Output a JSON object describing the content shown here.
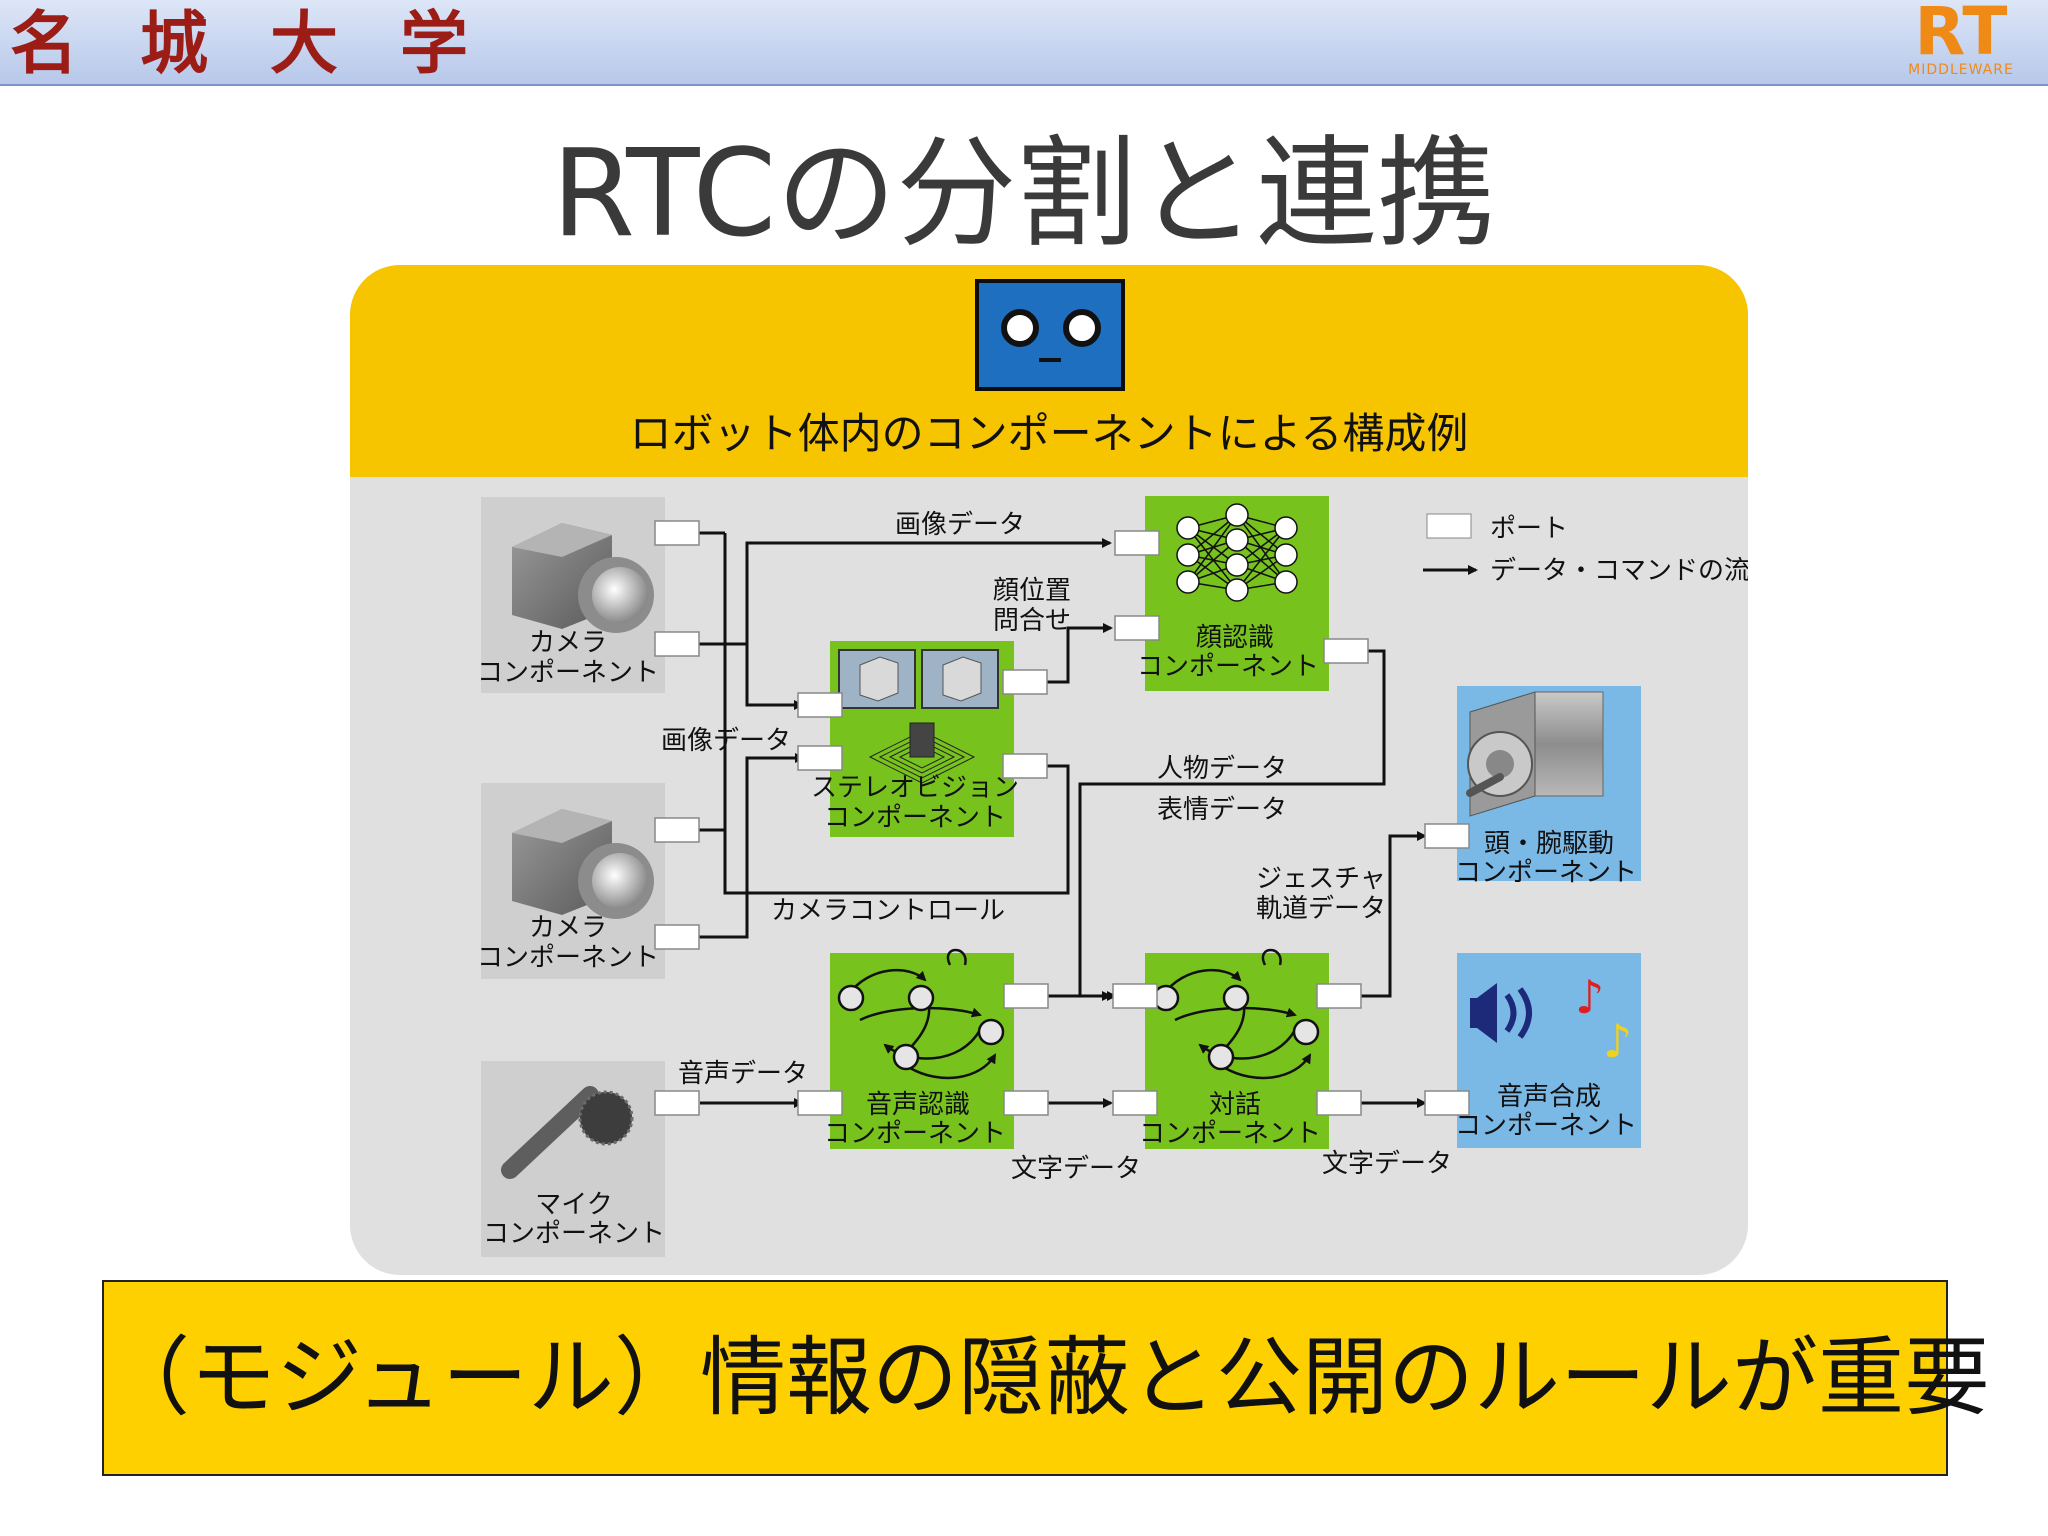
{
  "header": {
    "university": "名城大学",
    "logo_text": "RT",
    "logo_sub": "MIDDLEWARE"
  },
  "title": "RTCの分割と連携",
  "panel": {
    "caption": "ロボット体内のコンポーネントによる構成例",
    "legend": {
      "port": "ポート",
      "flow": "データ・コマンドの流れ"
    },
    "components": {
      "camera1": [
        "カメラ",
        "コンポーネント"
      ],
      "camera2": [
        "カメラ",
        "コンポーネント"
      ],
      "mic": [
        "マイク",
        "コンポーネント"
      ],
      "face": [
        "顔認識",
        "コンポーネント"
      ],
      "stereo": [
        "ステレオビジョン",
        "コンポーネント"
      ],
      "speech_rec": [
        "音声認識",
        "コンポーネント"
      ],
      "dialog": [
        "対話",
        "コンポーネント"
      ],
      "head_arm": [
        "頭・腕駆動",
        "コンポーネント"
      ],
      "speech_syn": [
        "音声合成",
        "コンポーネント"
      ]
    },
    "labels": {
      "image_data_top": "画像データ",
      "face_pos": [
        "顔位置",
        "問合せ"
      ],
      "image_data_mid": "画像データ",
      "person_data": "人物データ",
      "expression_data": "表情データ",
      "camera_control": "カメラコントロール",
      "gesture": [
        "ジェスチャ",
        "軌道データ"
      ],
      "audio_data": "音声データ",
      "text_data_1": "文字データ",
      "text_data_2": "文字データ"
    }
  },
  "bottom_message": "（モジュール）情報の隠蔽と公開のルールが重要",
  "colors": {
    "component_green": "#77c21d",
    "device_blue": "#7ab8e6",
    "panel_yellow": "#f7c400",
    "bottom_yellow": "#ffd000"
  }
}
